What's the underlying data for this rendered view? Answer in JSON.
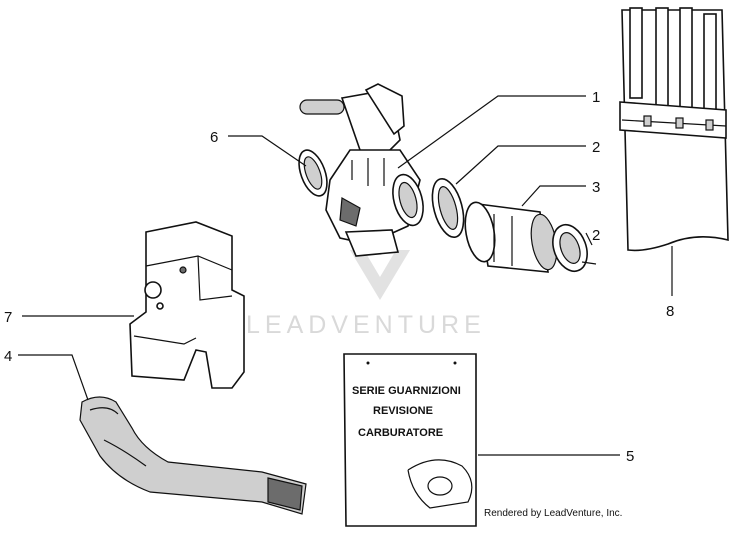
{
  "callouts": [
    {
      "id": "1",
      "label": "1"
    },
    {
      "id": "2a",
      "label": "2"
    },
    {
      "id": "2b",
      "label": "2"
    },
    {
      "id": "3",
      "label": "3"
    },
    {
      "id": "4",
      "label": "4"
    },
    {
      "id": "5",
      "label": "5"
    },
    {
      "id": "6",
      "label": "6"
    },
    {
      "id": "7",
      "label": "7"
    },
    {
      "id": "8",
      "label": "8"
    }
  ],
  "manual_text": {
    "line1": "SERIE GUARNIZIONI",
    "line2": "REVISIONE",
    "line3": "CARBURATORE"
  },
  "watermark": "LEADVENTURE",
  "credit": "Rendered by LeadVenture, Inc."
}
